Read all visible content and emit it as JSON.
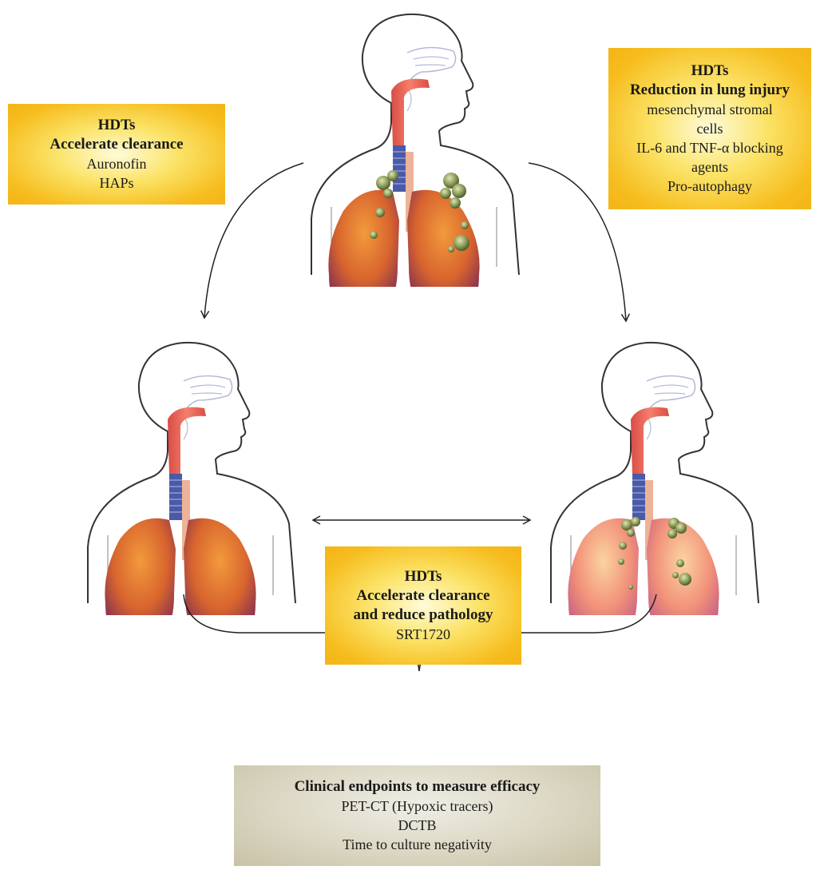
{
  "boxes": {
    "top_left": {
      "title1": "HDTs",
      "title2": "Accelerate clearance",
      "lines": [
        "Auronofin",
        "HAPs"
      ]
    },
    "top_right": {
      "title1": "HDTs",
      "title2": "Reduction in lung injury",
      "lines": [
        "mesenchymal stromal",
        "cells",
        "IL-6 and TNF-α blocking",
        "agents",
        "Pro-autophagy"
      ]
    },
    "center": {
      "title1": "HDTs",
      "title2": "Accelerate clearance",
      "title3": "and reduce pathology",
      "lines": [
        "SRT1720"
      ]
    },
    "bottom": {
      "title1": "Clinical endpoints to measure efficacy",
      "lines": [
        "PET-CT (Hypoxic tracers)",
        "DCTB",
        "Time to culture negativity"
      ]
    }
  },
  "colors": {
    "box_gold": "#f6bd1e",
    "box_grey": "#c8c2a6",
    "lung": "#d8642e",
    "trachea": "#ee6b5a",
    "bronchi_rings": "#4a5aa8",
    "granuloma": "#8a9a58"
  },
  "icons": [
    "human-torso-icon",
    "lungs-icon",
    "granuloma-icon"
  ]
}
